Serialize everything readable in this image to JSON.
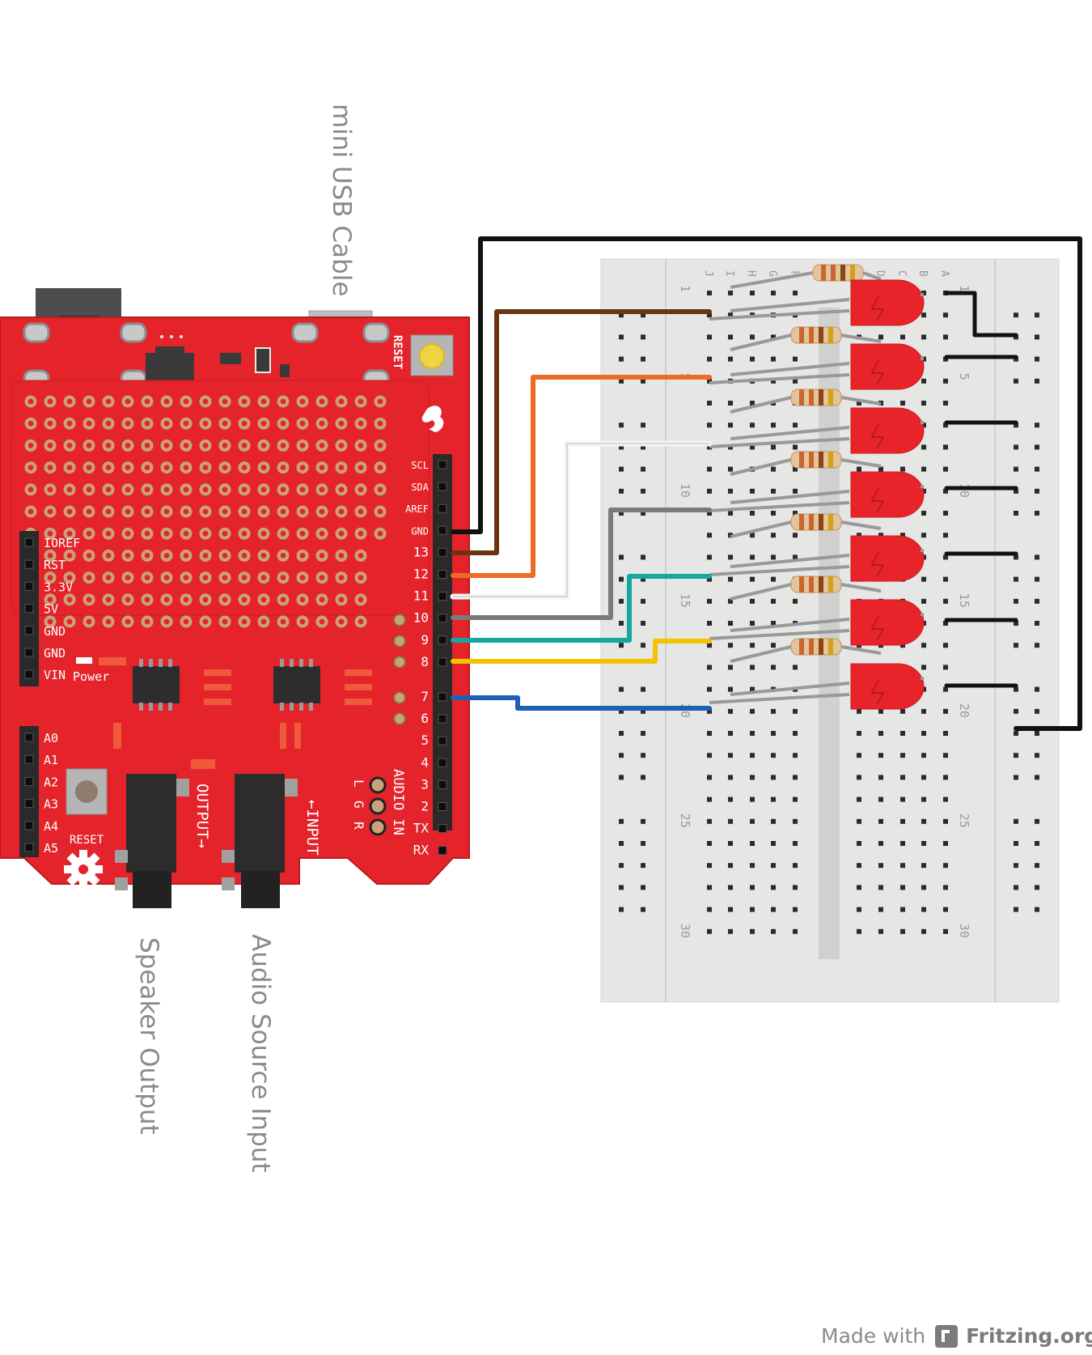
{
  "labels": {
    "usb": "mini USB Cable",
    "speaker": "Speaker Output",
    "audio_source": "Audio Source Input"
  },
  "footer": {
    "made_with": "Made with",
    "brand": "Fritzing.org"
  },
  "shield": {
    "reset_top": "RESET",
    "reset_bottom": "RESET",
    "power": "Power",
    "output": "OUTPUT→",
    "input": "←INPUT",
    "audio_in": "AUDIO IN",
    "lgr": [
      "L",
      "G",
      "R"
    ],
    "right_header": [
      "SCL",
      "SDA",
      "AREF",
      "GND",
      "13",
      "12",
      "11",
      "10",
      "9",
      "8",
      "7",
      "6",
      "5",
      "4",
      "3",
      "2",
      "TX",
      "RX"
    ],
    "left_power": [
      "IOREF",
      "RST",
      "3.3V",
      "5V",
      "GND",
      "GND",
      "VIN"
    ],
    "left_analog": [
      "A0",
      "A1",
      "A2",
      "A3",
      "A4",
      "A5"
    ]
  },
  "breadboard": {
    "row_labels": [
      "J",
      "I",
      "H",
      "G",
      "F",
      "E",
      "D",
      "C",
      "B",
      "A"
    ],
    "numbers": [
      "1",
      "5",
      "10",
      "15",
      "20",
      "25",
      "30"
    ]
  },
  "colors": {
    "board": "#e4242a",
    "brown": "#6b3410",
    "orange": "#ef6a23",
    "white": "#f2f2f2",
    "gray": "#7a7a7a",
    "teal": "#13a7a0",
    "yellow": "#f2c400",
    "blue": "#1f5fb6",
    "black": "#1a1a1a",
    "led": "#e8232a",
    "breadboard": "#e6e6e4"
  }
}
